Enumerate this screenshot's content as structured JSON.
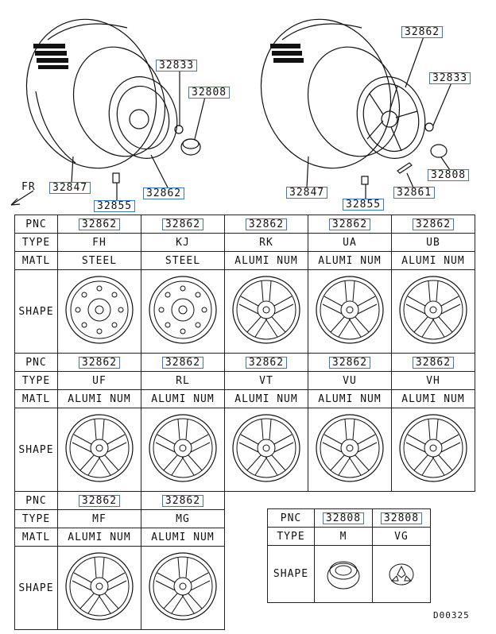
{
  "callouts": {
    "left": [
      "32833",
      "32808",
      "32847",
      "32862",
      "32855"
    ],
    "right": [
      "32862",
      "32833",
      "32808",
      "32847",
      "32861",
      "32855"
    ]
  },
  "fr_label": "FR",
  "table1": {
    "row_headers": [
      "PNC",
      "TYPE",
      "MATL",
      "SHAPE"
    ],
    "columns": [
      {
        "pnc": "32862",
        "type": "FH",
        "matl": "STEEL",
        "icon": "steel-wheel-icon"
      },
      {
        "pnc": "32862",
        "type": "KJ",
        "matl": "STEEL",
        "icon": "steel-wheel-icon"
      },
      {
        "pnc": "32862",
        "type": "RK",
        "matl": "ALUMI NUM",
        "icon": "alloy-wheel-icon"
      },
      {
        "pnc": "32862",
        "type": "UA",
        "matl": "ALUMI NUM",
        "icon": "alloy-wheel-icon"
      },
      {
        "pnc": "32862",
        "type": "UB",
        "matl": "ALUMI NUM",
        "icon": "alloy-wheel-icon"
      }
    ]
  },
  "table2": {
    "row_headers": [
      "PNC",
      "TYPE",
      "MATL",
      "SHAPE"
    ],
    "columns": [
      {
        "pnc": "32862",
        "type": "UF",
        "matl": "ALUMI NUM",
        "icon": "alloy-wheel-icon"
      },
      {
        "pnc": "32862",
        "type": "RL",
        "matl": "ALUMI NUM",
        "icon": "alloy-wheel-icon"
      },
      {
        "pnc": "32862",
        "type": "VT",
        "matl": "ALUMI NUM",
        "icon": "alloy-wheel-icon"
      },
      {
        "pnc": "32862",
        "type": "VU",
        "matl": "ALUMI NUM",
        "icon": "alloy-wheel-icon"
      },
      {
        "pnc": "32862",
        "type": "VH",
        "matl": "ALUMI NUM",
        "icon": "alloy-wheel-icon"
      }
    ]
  },
  "table3": {
    "row_headers": [
      "PNC",
      "TYPE",
      "MATL",
      "SHAPE"
    ],
    "columns": [
      {
        "pnc": "32862",
        "type": "MF",
        "matl": "ALUMI NUM",
        "icon": "alloy-wheel-icon"
      },
      {
        "pnc": "32862",
        "type": "MG",
        "matl": "ALUMI NUM",
        "icon": "alloy-wheel-icon"
      }
    ]
  },
  "table4": {
    "row_headers": [
      "PNC",
      "TYPE",
      "SHAPE"
    ],
    "columns": [
      {
        "pnc": "32808",
        "type": "M",
        "icon": "hub-cap-icon"
      },
      {
        "pnc": "32808",
        "type": "VG",
        "icon": "emblem-cap-icon"
      }
    ]
  },
  "diagram_code": "D00325"
}
